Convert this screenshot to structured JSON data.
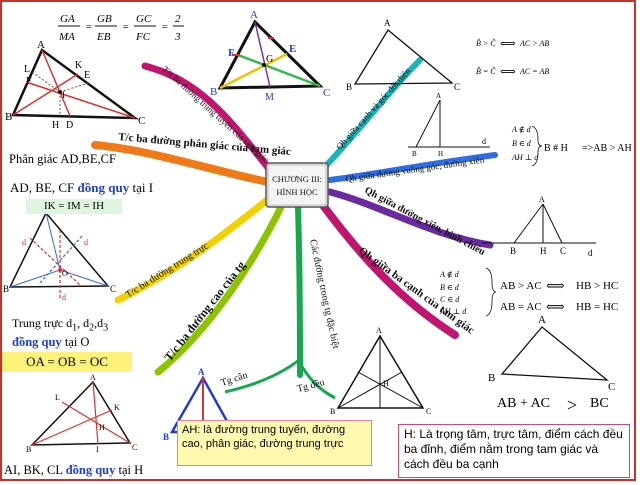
{
  "center": {
    "line1": "CHƯƠNG III:",
    "line2": "HÌNH HỌC"
  },
  "branches": {
    "b1": "T/c ba đường trung tuyến của tam giác",
    "b2": "T/c ba đường phân giác của tam giác",
    "b3": "T/c ba đường trung trực",
    "b4": "T/c ba đường cao của tg",
    "b5": "Các đường trong tg đặc biệt",
    "b6": "Qh giữa cạnh và góc đối diện",
    "b7": "Qh giữa đường vuông góc, đường xiên",
    "b8": "Qh giữa đường xiên, hình chiếu",
    "b9": "Qh giữa ba cạnh của tam giác",
    "tg_can": "Tg cân",
    "tg_deu": "Tg đều"
  },
  "formula": {
    "ga": "GA",
    "ma": "MA",
    "gb": "GB",
    "eb": "EB",
    "gc": "GC",
    "fc": "FC",
    "two": "2",
    "three": "3",
    "eq": "="
  },
  "texts": {
    "phan_giac": "Phân giác AD,BE,CF",
    "ad_be_cf": "AD, BE, CF",
    "dong_quy": "đồng quy",
    "tai_i": "tại I",
    "ik": "IK = IM = IH",
    "trung_truc": "Trung trực d",
    "d_sub1": "1",
    "d_sep1": ", d",
    "d_sub2": "2",
    "d_sep2": ",d",
    "d_sub3": "3",
    "tai_o": "tại O",
    "oa": "OA = OB = OC",
    "ai_bk": "AI, BK, CL",
    "tai_h": "tại H",
    "ah_note": "AH: là đường trung tuyến, đường cao, phân giác, đường trung trực",
    "h_note": "H: Là trọng tâm, trực tâm, điểm cách đều ba đỉnh, điểm nằm trong tam giác và cách đều ba cạnh"
  },
  "relations": {
    "r1a": "B̂ > Ĉ",
    "r1b": "AC > AB",
    "r2a": "B̂ = Ĉ",
    "r2b": "AC = AB",
    "perp1": "A ∉ d",
    "perp2": "B ∈ d",
    "perp3": "AH ⊥ d",
    "perp_res": "=>AB > AH",
    "hc1": "A ∉ d",
    "hc2": "B ∈ d",
    "hc3": "C ∈ d",
    "hc4": "AH ⊥ d",
    "hc_r1a": "AB > AC",
    "hc_r1b": "HB > HC",
    "hc_r2a": "AB = AC",
    "hc_r2b": "HB = HC",
    "ineq_a": "AB + AC",
    "ineq_gt": ">",
    "ineq_b": "BC"
  },
  "points": {
    "A": "A",
    "B": "B",
    "C": "C",
    "D": "D",
    "E": "E",
    "F": "F",
    "G": "G",
    "H": "H",
    "I": "I",
    "K": "K",
    "L": "L",
    "M": "M",
    "O": "O",
    "d": "d",
    "d1": "d",
    "d2": "d",
    "d3": "d"
  }
}
